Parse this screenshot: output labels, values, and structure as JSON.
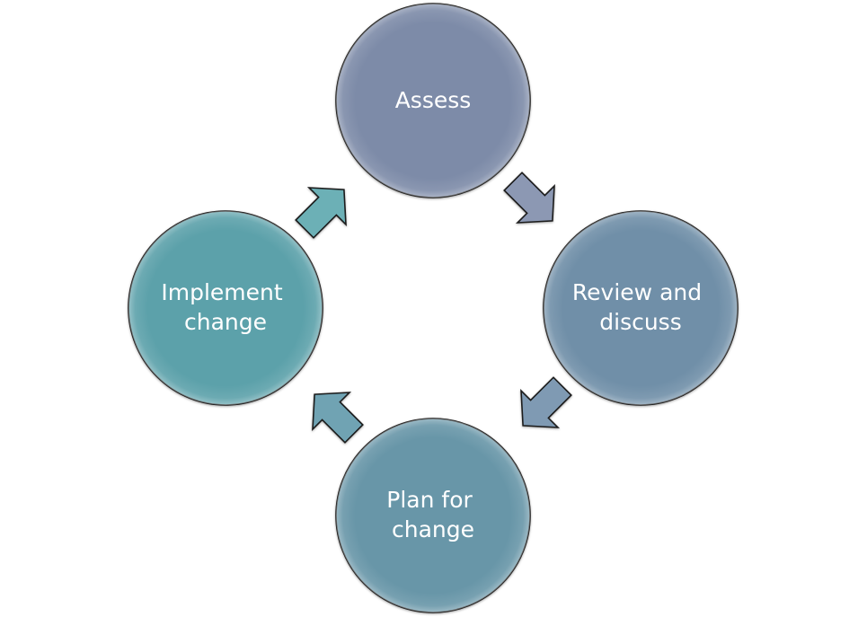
{
  "diagram": {
    "type": "cycle",
    "nodes": [
      {
        "id": "assess",
        "lines": [
          "Assess"
        ],
        "color": "#7d8ba8"
      },
      {
        "id": "review",
        "lines": [
          "Review and",
          "discuss"
        ],
        "color": "#708fa8"
      },
      {
        "id": "plan",
        "lines": [
          "Plan for",
          "change"
        ],
        "color": "#6896a8"
      },
      {
        "id": "implement",
        "lines": [
          "Implement",
          "change"
        ],
        "color": "#5ca1aa"
      }
    ],
    "arrows": [
      {
        "from": "assess",
        "to": "review",
        "color": "#8c98b3"
      },
      {
        "from": "review",
        "to": "plan",
        "color": "#7f9ab3"
      },
      {
        "from": "plan",
        "to": "implement",
        "color": "#70a3b3"
      },
      {
        "from": "implement",
        "to": "assess",
        "color": "#6cb0b6"
      }
    ]
  }
}
